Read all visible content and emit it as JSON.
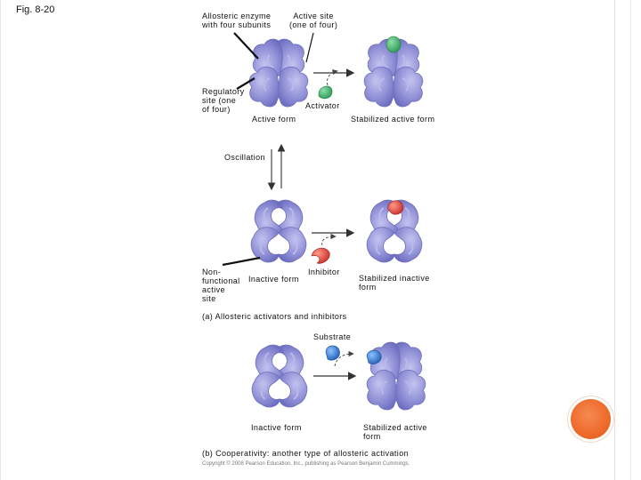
{
  "figure_label": "Fig. 8-20",
  "panel_a": {
    "allosteric_enzyme": "Allosteric enzyme\nwith four subunits",
    "active_site": "Active site\n(one of four)",
    "regulatory_site": "Regulatory\nsite (one\nof four)",
    "activator": "Activator",
    "active_form": "Active form",
    "stabilized_active_form": "Stabilized active form",
    "oscillation": "Oscillation",
    "nonfunctional_site": "Non-\nfunctional\nactive\nsite",
    "inactive_form": "Inactive form",
    "inhibitor": "Inhibitor",
    "stabilized_inactive_form": "Stabilized inactive\nform",
    "caption": "(a) Allosteric activators and inhibitors"
  },
  "panel_b": {
    "substrate": "Substrate",
    "inactive_form": "Inactive form",
    "stabilized_active_form": "Stabilized active\nform",
    "caption": "(b) Cooperativity: another type of allosteric activation"
  },
  "copyright": "Copyright © 2008 Pearson Education, Inc., publishing as Pearson Benjamin Cummings.",
  "colors": {
    "enzyme": "#8f8fd6",
    "activator": "#3fae6a",
    "inhibitor": "#e0463c",
    "substrate": "#3a7fd0",
    "accent": "#ee6a2a"
  }
}
